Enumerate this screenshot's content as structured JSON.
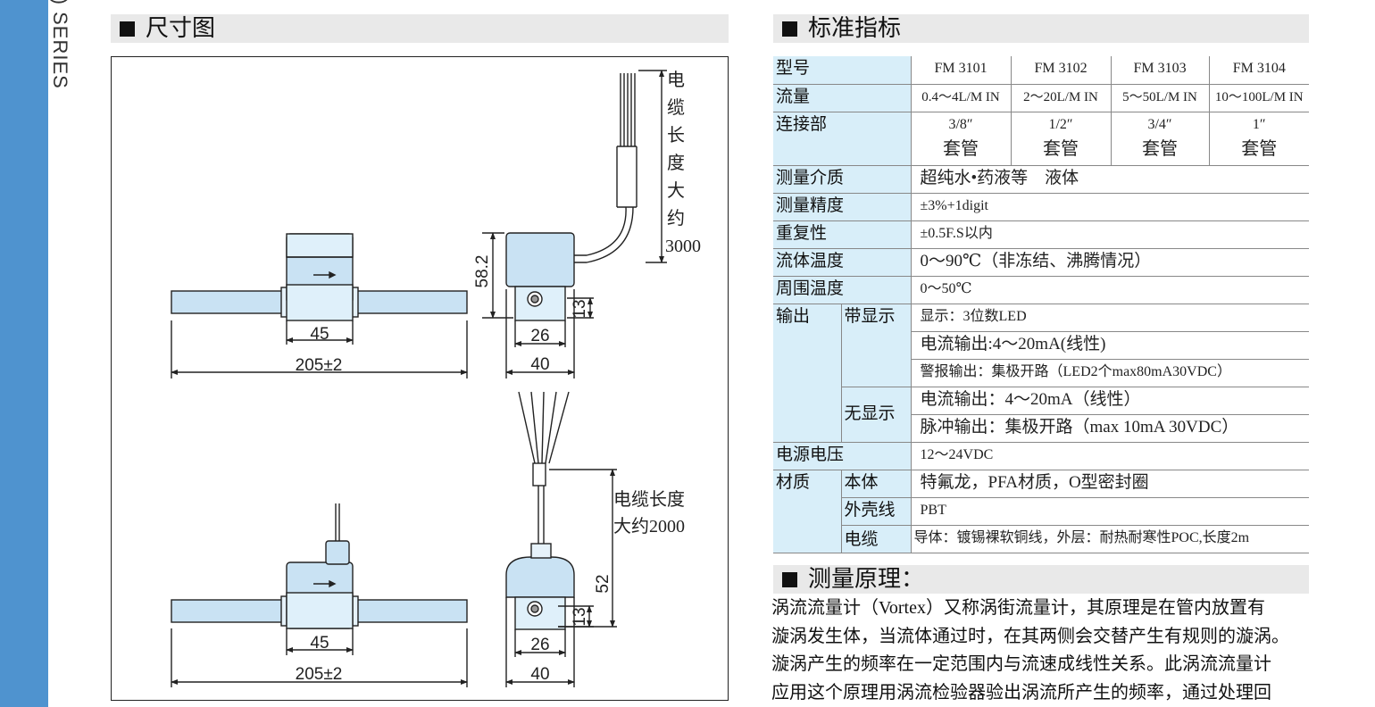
{
  "side": {
    "series_text": "A) SERIES"
  },
  "dimensions": {
    "title": "尺寸图",
    "cable_top_label": [
      "电",
      "缆",
      "长",
      "度",
      "大",
      "约",
      "3000"
    ],
    "cable_bottom_label": [
      "电缆长度",
      "大约2000"
    ],
    "dim_45": "45",
    "dim_205": "205±2",
    "dim_26": "26",
    "dim_40": "40",
    "dim_13": "13",
    "dim_58": "58.2",
    "dim_52": "52"
  },
  "spec": {
    "title": "标准指标",
    "model_label": "型号",
    "models": [
      "FM 3101",
      "FM 3102",
      "FM 3103",
      "FM 3104"
    ],
    "flow_label": "流量",
    "flows": [
      "0.4～4L/M IN",
      "2～20L/M IN",
      "5～50L/M IN",
      "10～100L/M IN"
    ],
    "conn_label": "连接部",
    "conn_sizes": [
      "3/8″",
      "1/2″",
      "3/4″",
      "1″"
    ],
    "conn_type": "套管",
    "medium_label": "测量介质",
    "medium": "超纯水•药液等　液体",
    "accuracy_label": "测量精度",
    "accuracy": "±3%+1digit",
    "repeat_label": "重复性",
    "repeat": "±0.5F.S以内",
    "fluid_temp_label": "流体温度",
    "fluid_temp": "0～90℃（非冻结、沸腾情况）",
    "ambient_temp_label": "周围温度",
    "ambient_temp": "0～50℃",
    "output_label": "输出",
    "with_display_label": "带显示",
    "with_display": [
      "显示：3位数LED",
      "电流输出:4～20mA(线性)",
      "警报输出：集极开路（LED2个max80mA30VDC）"
    ],
    "no_display_label": "无显示",
    "no_display": [
      "电流输出：4～20mA（线性）",
      "脉冲输出：集极开路（max 10mA 30VDC）"
    ],
    "power_label": "电源电压",
    "power": "12～24VDC",
    "material_label": "材质",
    "body_label": "本体",
    "body": "特氟龙，PFA材质，O型密封圈",
    "housing_label": "外壳线",
    "housing": "PBT",
    "cable_label": "电缆",
    "cable": "导体：镀锡裸软铜线，外层：耐热耐寒性POC,长度2m"
  },
  "principle": {
    "title": "测量原理：",
    "lines": [
      "涡流流量计（Vortex）又称涡街流量计，其原理是在管内放置有",
      "漩涡发生体，当流体通过时，在其两侧会交替产生有规则的漩涡。",
      "漩涡产生的频率在一定范围内与流速成线性关系。此涡流流量计",
      "应用这个原理用涡流检验器验出涡流所产生的频率，通过处理回"
    ]
  }
}
